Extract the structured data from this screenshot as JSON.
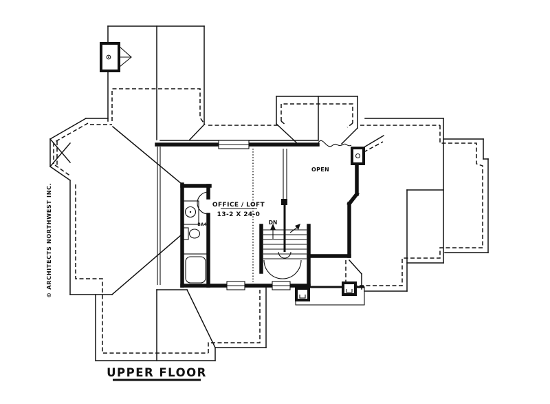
{
  "drawing": {
    "title": "UPPER FLOOR",
    "copyright": "© ARCHITECTS NORTHWEST INC.",
    "labels": {
      "room": "OFFICE / LOFT",
      "room_dims": "13-2 X 24-0",
      "open_area": "OPEN",
      "stairs_direction": "DN",
      "bath": "BA4"
    },
    "colors": {
      "ink": "#111111",
      "background": "#ffffff"
    }
  }
}
